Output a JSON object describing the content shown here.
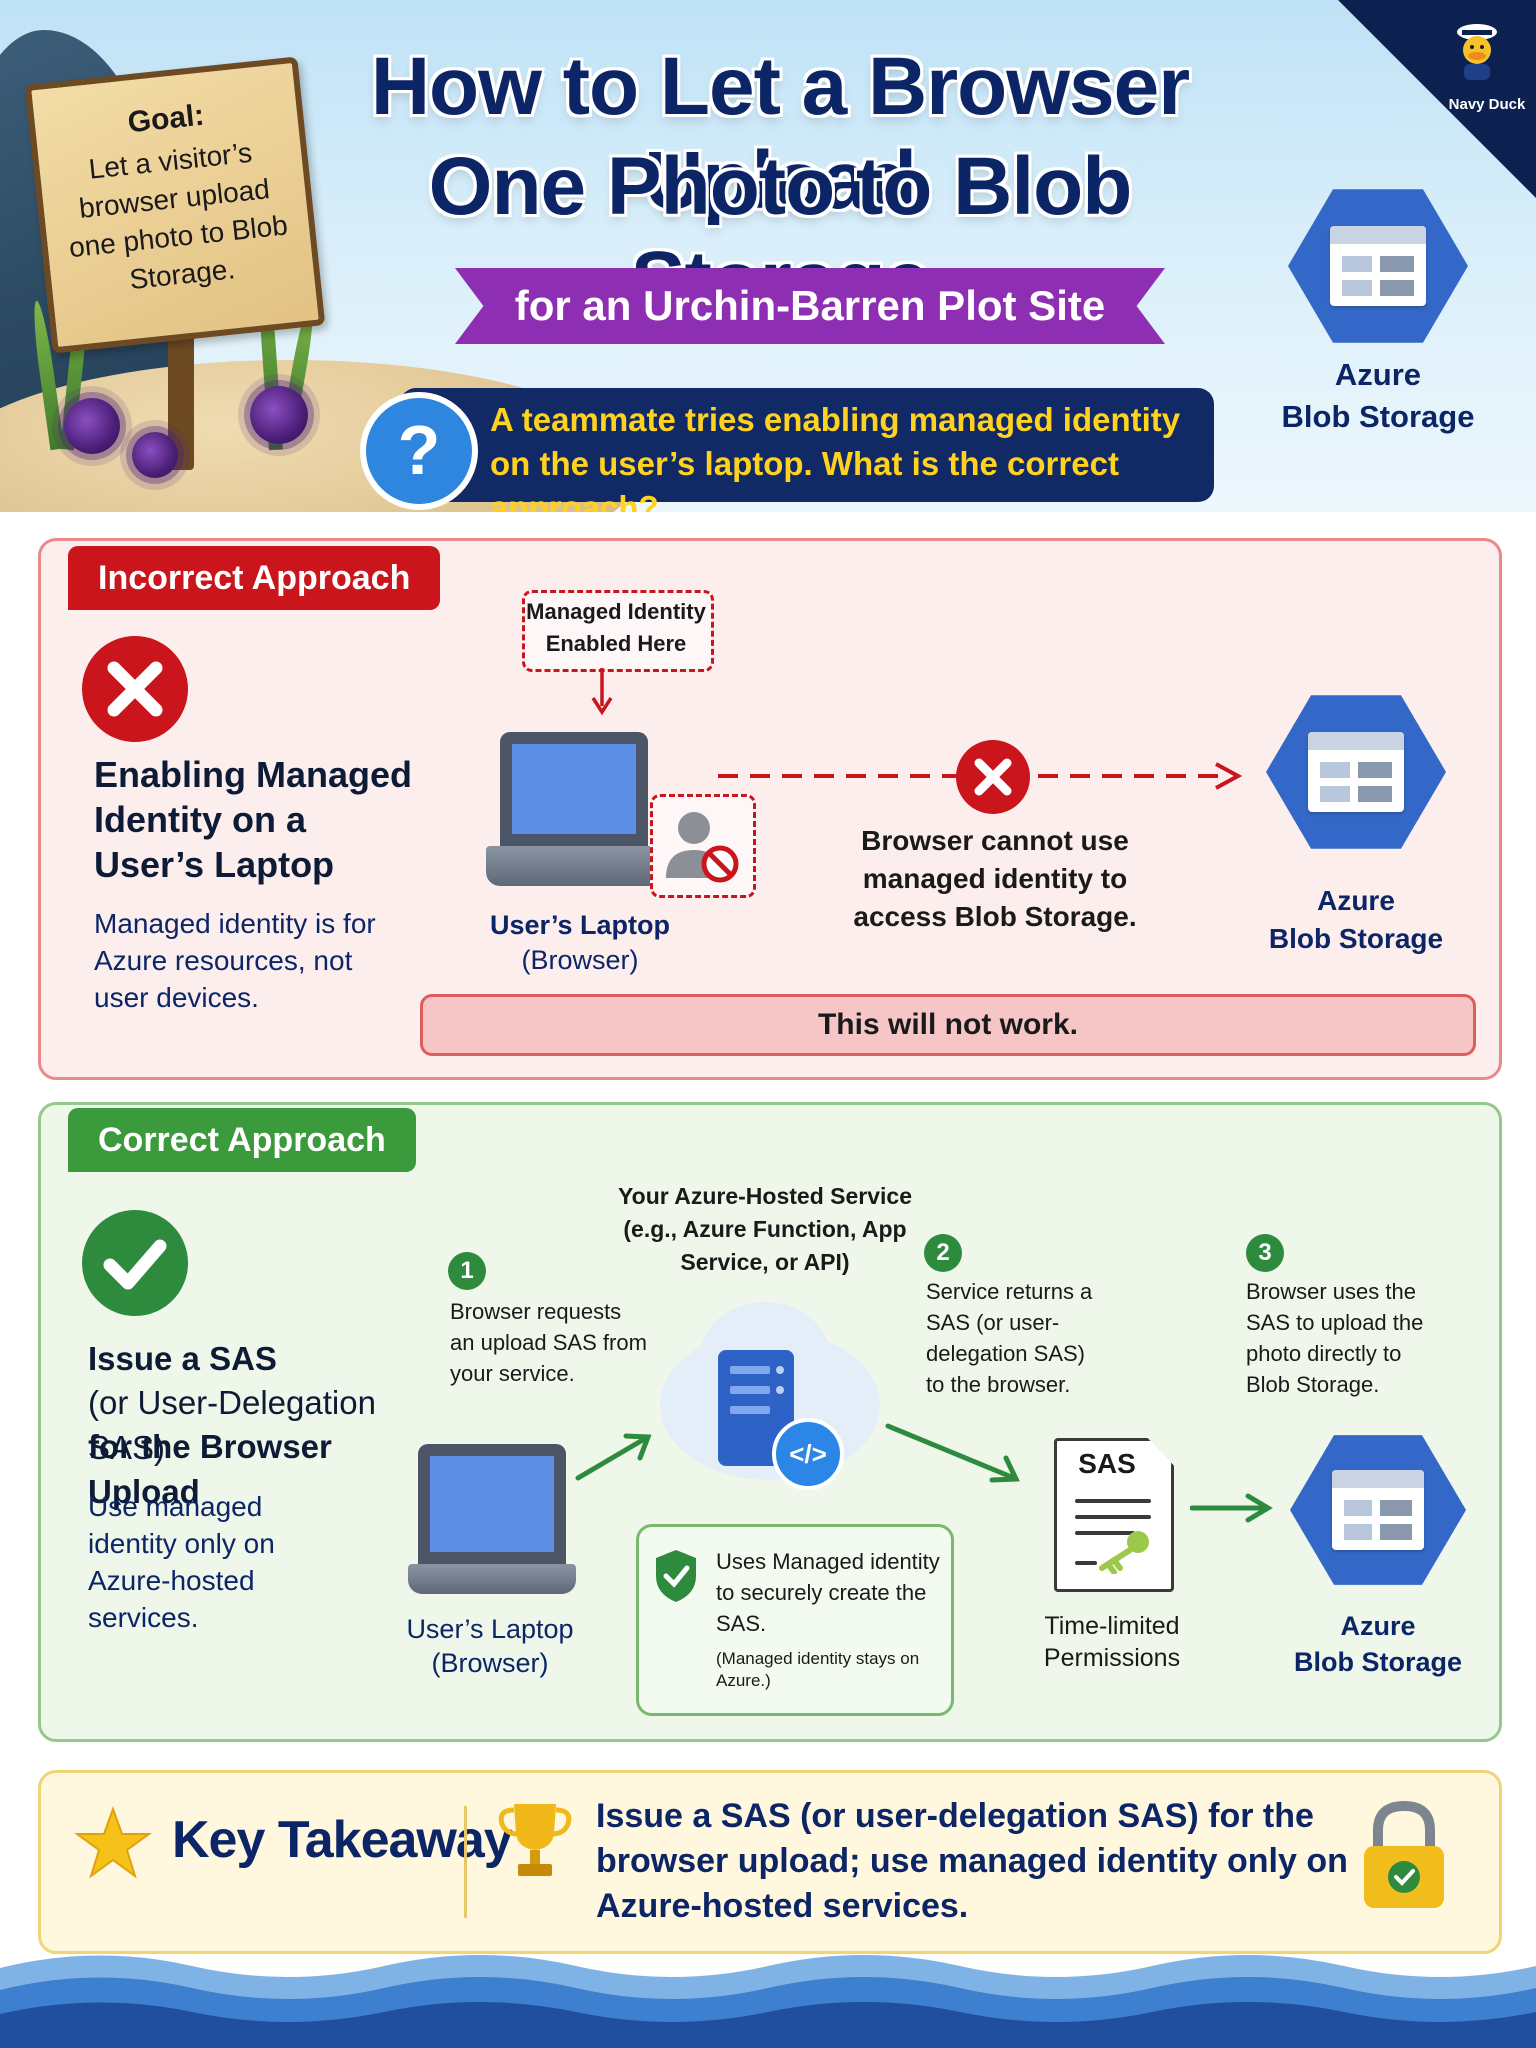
{
  "header": {
    "title_line1": "How to Let a Browser Upload",
    "title_line2": "One Photo to Blob Storage",
    "subtitle": "for an Urchin-Barren Plot Site",
    "question": "A teammate tries enabling managed identity on the user’s laptop. What is the correct approach?",
    "question_mark": "?",
    "sign": {
      "heading": "Goal:",
      "text": "Let a visitor’s browser upload one photo to Blob Storage."
    },
    "brand": "Navy Duck",
    "service_label_line1": "Azure",
    "service_label_line2": "Blob Storage"
  },
  "incorrect": {
    "tag": "Incorrect Approach",
    "heading": "Enabling Managed Identity on a User’s Laptop",
    "desc": "Managed identity is for Azure resources, not user devices.",
    "mi_label": "Managed Identity Enabled Here",
    "laptop_label_line1": "User’s Laptop",
    "laptop_label_line2": "(Browser)",
    "fail_text": "Browser cannot use managed identity to access Blob Storage.",
    "storage_line1": "Azure",
    "storage_line2": "Blob Storage",
    "verdict": "This will not work."
  },
  "correct": {
    "tag": "Correct Approach",
    "heading_line1": "Issue a SAS",
    "heading_line2": "(or User-Delegation SAS)",
    "heading_line3": "for the Browser Upload",
    "desc": "Use managed identity only on Azure-hosted services.",
    "service_title": "Your Azure-Hosted Service (e.g., Azure Function, App Service, or API)",
    "steps": [
      {
        "num": "1",
        "text": "Browser requests an upload SAS from your service."
      },
      {
        "num": "2",
        "text": "Service returns a SAS (or user-delegation SAS) to the browser."
      },
      {
        "num": "3",
        "text": "Browser uses the SAS to upload the photo directly to Blob Storage."
      }
    ],
    "code_glyph": "</>",
    "laptop_label_line1": "User’s Laptop",
    "laptop_label_line2": "(Browser)",
    "mi_box_text": "Uses Managed identity to securely create the SAS.",
    "mi_box_note": "(Managed identity stays on Azure.)",
    "sas_label": "SAS",
    "sas_caption_line1": "Time-limited",
    "sas_caption_line2": "Permissions",
    "storage_line1": "Azure",
    "storage_line2": "Blob Storage"
  },
  "takeaway": {
    "title": "Key Takeaway",
    "text": "Issue a SAS (or user-delegation SAS) for the browser upload; use managed identity only on Azure-hosted services."
  },
  "colors": {
    "navy": "#0c2566",
    "red": "#c9151b",
    "green": "#3b9a3b",
    "purple": "#8e2fb3",
    "azure_blue": "#3468c8",
    "question_yellow": "#ffd21f"
  }
}
